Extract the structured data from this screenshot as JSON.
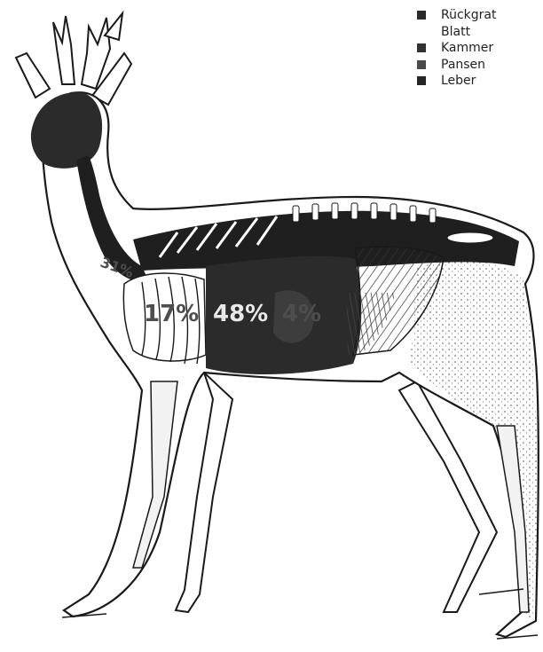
{
  "legend": {
    "items": [
      {
        "label": "Rückgrat",
        "color": "#2a2a2a"
      },
      {
        "label": "Blatt",
        "color": ""
      },
      {
        "label": "Kammer",
        "color": "#333333"
      },
      {
        "label": "Pansen",
        "color": "#4a4a4a"
      },
      {
        "label": "Leber",
        "color": "#262626"
      }
    ]
  },
  "regions": {
    "neck_pct": "31%",
    "blatt_pct": "17%",
    "kammer_pct": "48%",
    "pansen_pct": "4%"
  },
  "colors": {
    "body_fill": "#ffffff",
    "outline": "#1a1a1a",
    "dark_region": "#2b2b2b",
    "spine_fill": "#1f1f1f",
    "stipple": "#555555",
    "label_light": "#e9e9e9",
    "label_dim": "#4e4e4e"
  },
  "icons": {
    "figure": "roe-deer-anatomy-diagram"
  }
}
